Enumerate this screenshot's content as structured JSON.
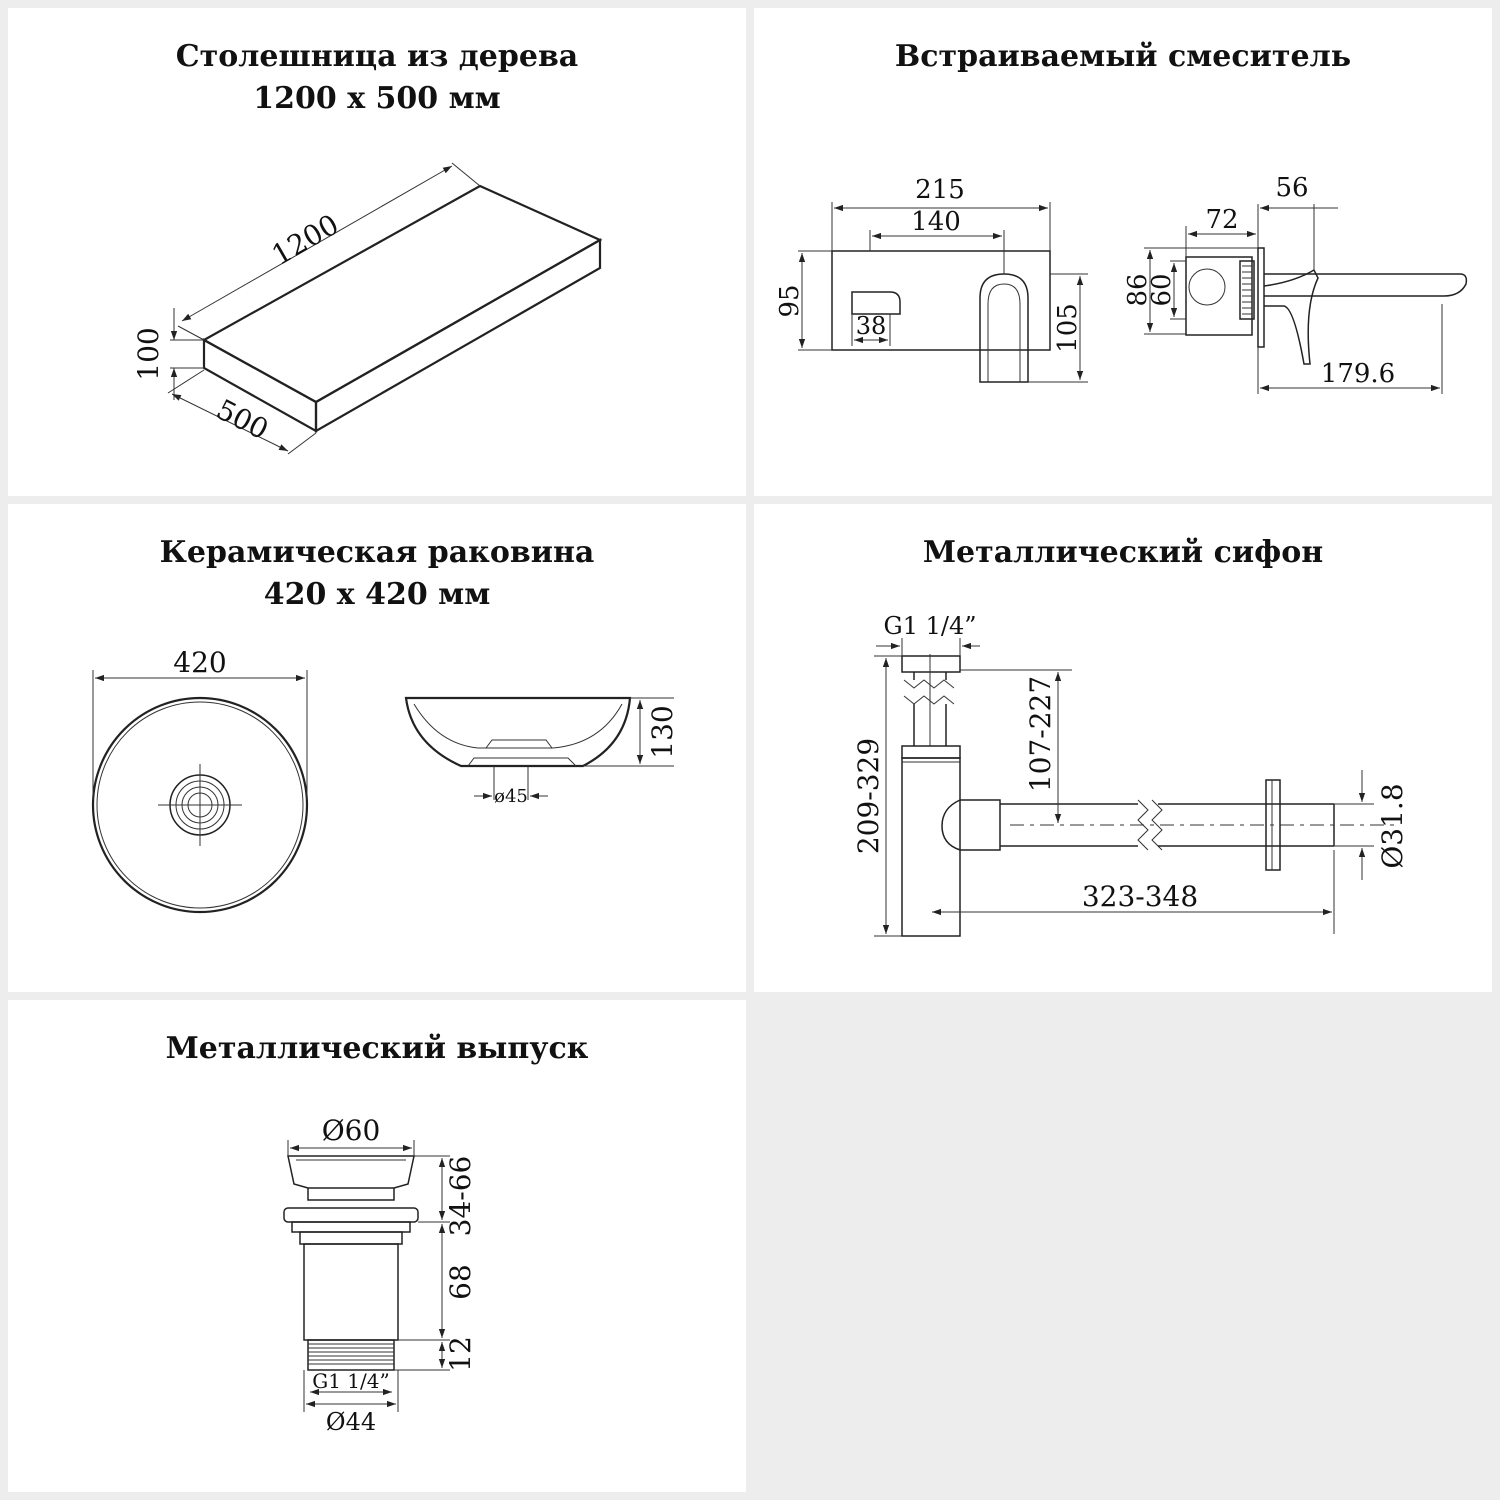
{
  "colors": {
    "background": "#ededed",
    "panel": "#ffffff",
    "line": "#222222"
  },
  "countertop": {
    "title_line1": "Столешница из дерева",
    "title_line2": "1200 x 500 мм",
    "dim_length": "1200",
    "dim_height": "100",
    "dim_width": "500"
  },
  "mixer": {
    "title": "Встраиваемый смеситель",
    "dim_215": "215",
    "dim_140": "140",
    "dim_95": "95",
    "dim_38": "38",
    "dim_105": "105",
    "dim_56": "56",
    "dim_72": "72",
    "dim_86": "86",
    "dim_60": "60",
    "dim_179": "179.6"
  },
  "sink": {
    "title_line1": "Керамическая раковина",
    "title_line2": "420 x 420 мм",
    "dim_420": "420",
    "dim_130": "130",
    "dim_45": "ø45"
  },
  "siphon": {
    "title": "Металлический сифон",
    "dim_g": "G1 1/4”",
    "dim_209": "209-329",
    "dim_107": "107-227",
    "dim_318": "Ø31.8",
    "dim_323": "323-348"
  },
  "drain": {
    "title": "Металлический выпуск",
    "dim_60": "Ø60",
    "dim_34": "34-66",
    "dim_68": "68",
    "dim_12": "12",
    "dim_g": "G1 1/4”",
    "dim_44": "Ø44"
  }
}
